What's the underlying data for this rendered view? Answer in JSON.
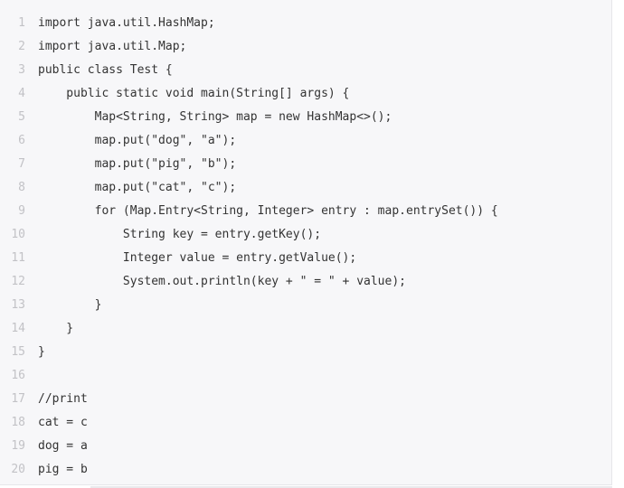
{
  "code_block": {
    "language": "java",
    "lines": [
      {
        "number": "1",
        "text": "import java.util.HashMap;"
      },
      {
        "number": "2",
        "text": "import java.util.Map;"
      },
      {
        "number": "3",
        "text": "public class Test {"
      },
      {
        "number": "4",
        "text": "    public static void main(String[] args) {"
      },
      {
        "number": "5",
        "text": "        Map<String, String> map = new HashMap<>();"
      },
      {
        "number": "6",
        "text": "        map.put(\"dog\", \"a\");"
      },
      {
        "number": "7",
        "text": "        map.put(\"pig\", \"b\");"
      },
      {
        "number": "8",
        "text": "        map.put(\"cat\", \"c\");"
      },
      {
        "number": "9",
        "text": "        for (Map.Entry<String, Integer> entry : map.entrySet()) {"
      },
      {
        "number": "10",
        "text": "            String key = entry.getKey();"
      },
      {
        "number": "11",
        "text": "            Integer value = entry.getValue();"
      },
      {
        "number": "12",
        "text": "            System.out.println(key + \" = \" + value);"
      },
      {
        "number": "13",
        "text": "        }"
      },
      {
        "number": "14",
        "text": "    }"
      },
      {
        "number": "15",
        "text": "}"
      },
      {
        "number": "16",
        "text": ""
      },
      {
        "number": "17",
        "text": "//print"
      },
      {
        "number": "18",
        "text": "cat = c"
      },
      {
        "number": "19",
        "text": "dog = a"
      },
      {
        "number": "20",
        "text": "pig = b"
      }
    ]
  },
  "colors": {
    "panel_background": "#f7f7f9",
    "line_number": "#c2c2c6",
    "code_text": "#333333"
  }
}
